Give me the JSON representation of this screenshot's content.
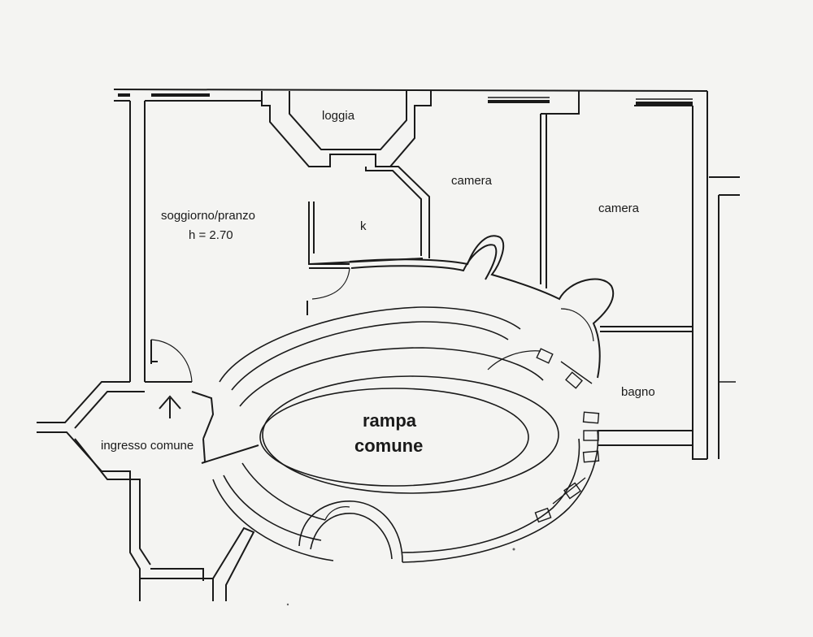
{
  "rooms": {
    "loggia": "loggia",
    "camera_1": "camera",
    "camera_2": "camera",
    "soggiorno": "soggiorno/pranzo",
    "height": "h = 2.70",
    "kitchen": "k",
    "bagno": "bagno",
    "ingresso": "ingresso comune",
    "rampa_line1": "rampa",
    "rampa_line2": "comune"
  },
  "icons": {
    "entry_arrow": "up-arrow-icon"
  },
  "colors": {
    "background": "#f4f4f2",
    "ink": "#1a1a1a"
  }
}
